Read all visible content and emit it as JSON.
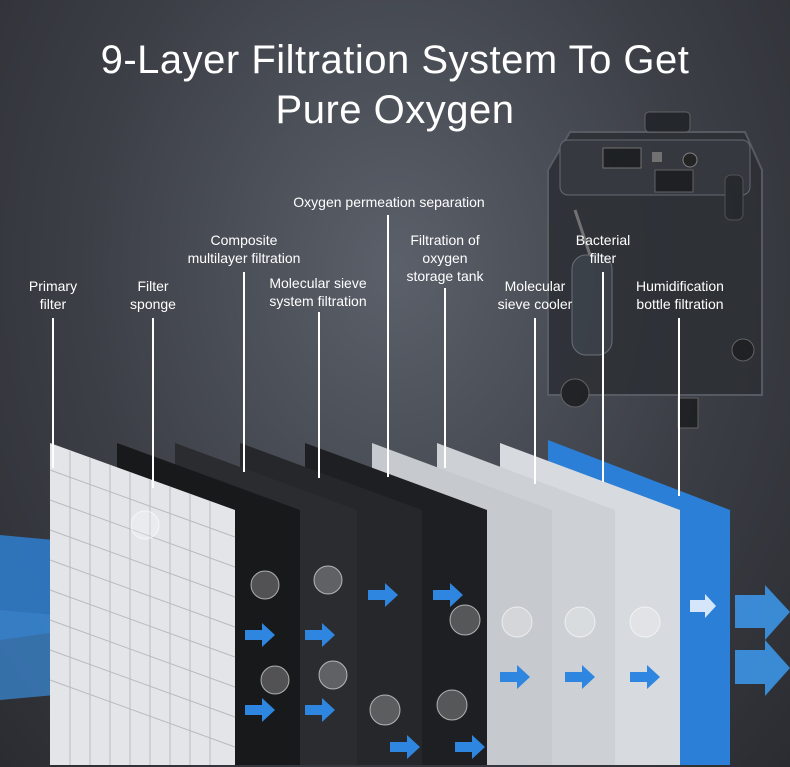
{
  "title_line1": "9-Layer Filtration System To Get",
  "title_line2": "Pure Oxygen",
  "labels": [
    {
      "id": "primary",
      "lines": [
        "Primary",
        "filter"
      ]
    },
    {
      "id": "sponge",
      "lines": [
        "Filter",
        "sponge"
      ]
    },
    {
      "id": "composite",
      "lines": [
        "Composite",
        "multilayer filtration"
      ]
    },
    {
      "id": "sieve-system",
      "lines": [
        "Molecular sieve",
        "system filtration"
      ]
    },
    {
      "id": "permeation",
      "lines": [
        "Oxygen permeation separation"
      ]
    },
    {
      "id": "storage",
      "lines": [
        "Filtration of",
        "oxygen",
        "storage tank"
      ]
    },
    {
      "id": "cooler",
      "lines": [
        "Molecular",
        "sieve cooler"
      ]
    },
    {
      "id": "bacterial",
      "lines": [
        "Bacterial",
        "filter"
      ]
    },
    {
      "id": "humidification",
      "lines": [
        "Humidification",
        "bottle filtration"
      ]
    }
  ]
}
